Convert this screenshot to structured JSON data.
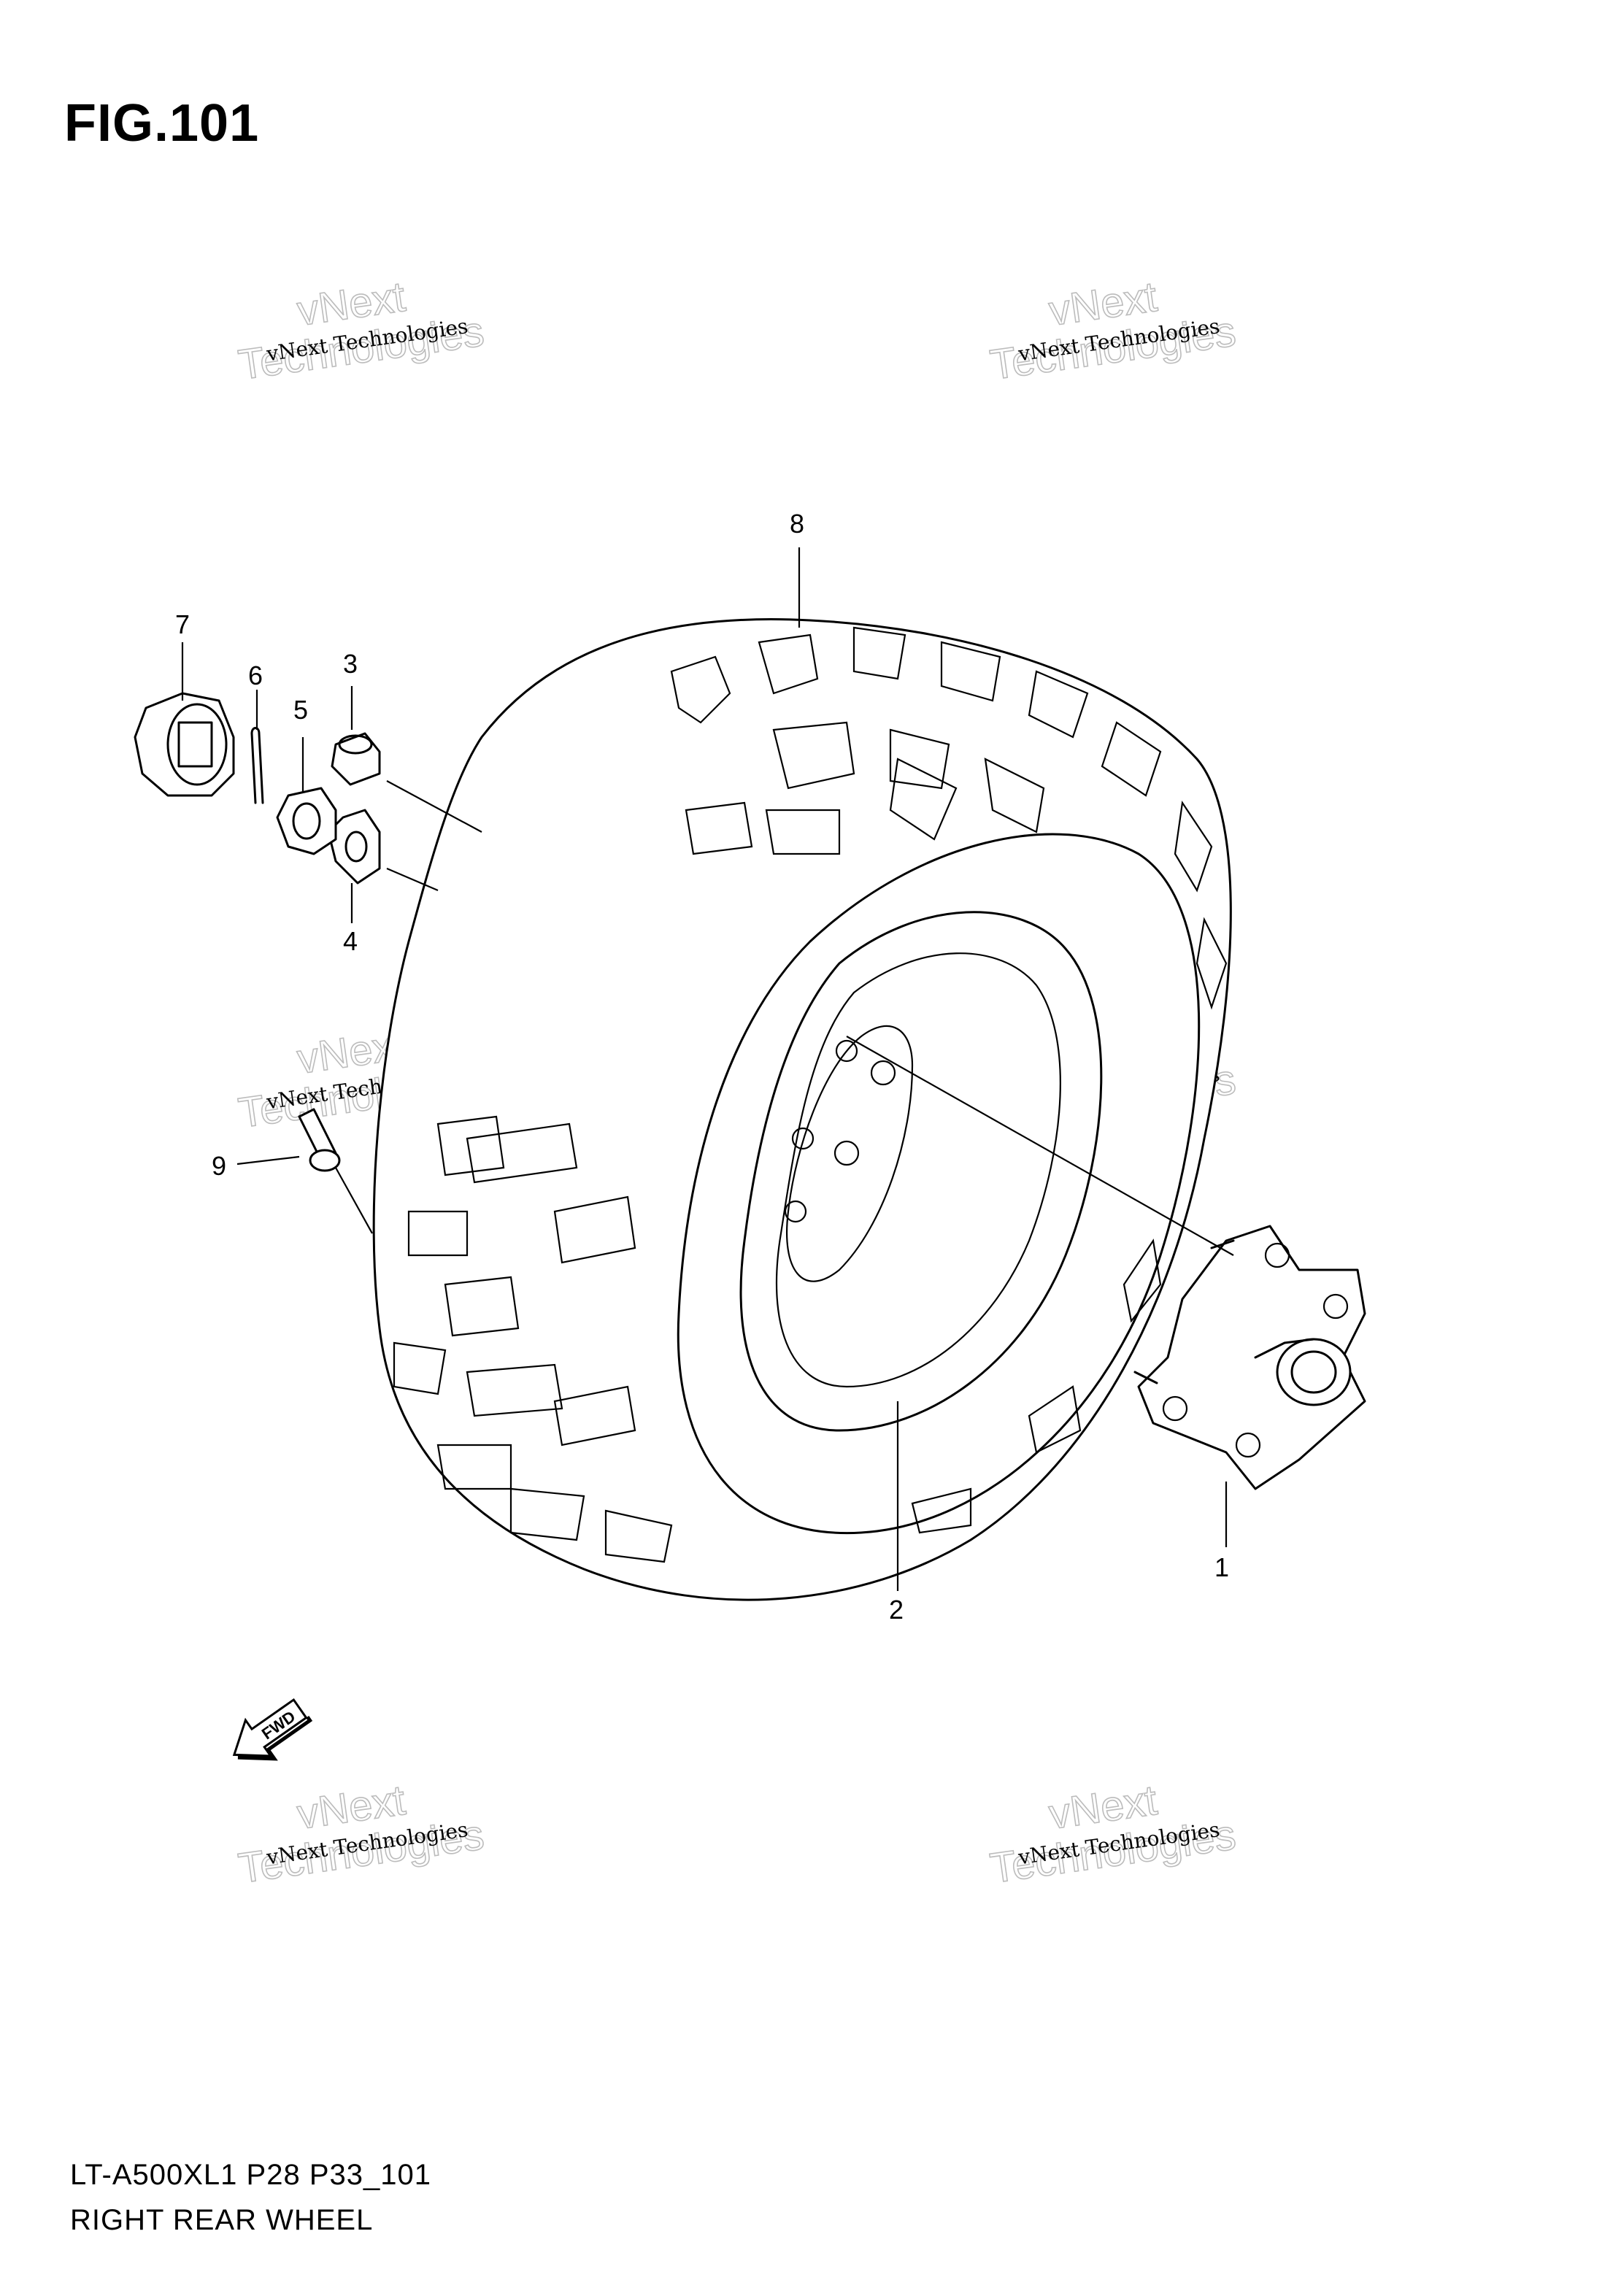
{
  "figure": {
    "title": "FIG.101"
  },
  "callouts": [
    "1",
    "2",
    "3",
    "4",
    "5",
    "6",
    "7",
    "8",
    "9"
  ],
  "watermark": {
    "small": "vNext Technologies",
    "big": "Technologies",
    "top": "vNext"
  },
  "fwd_label": "FWD",
  "footer": {
    "model": "LT-A500XL1 P28 P33_101",
    "name": "RIGHT REAR WHEEL"
  }
}
